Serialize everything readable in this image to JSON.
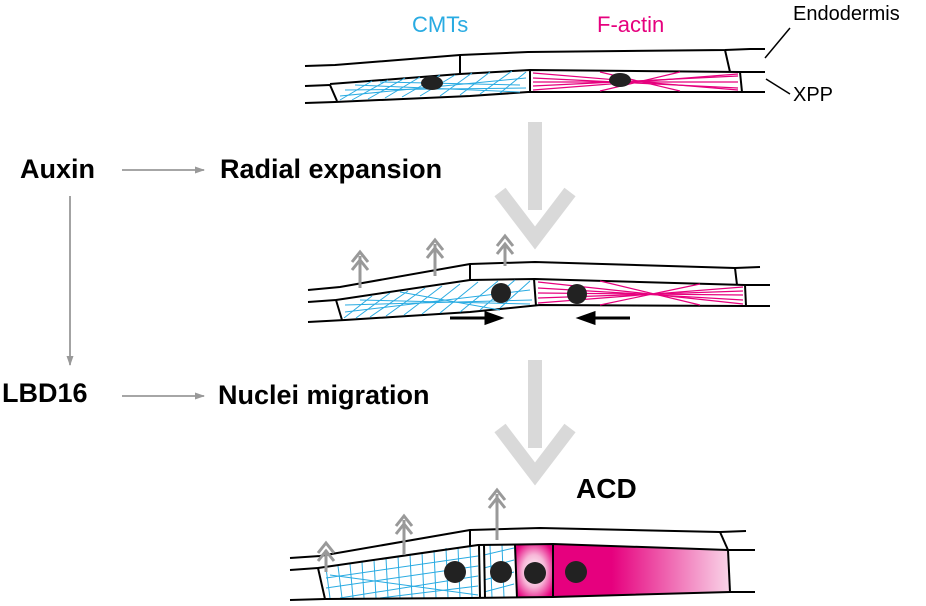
{
  "labels": {
    "cmts": "CMTs",
    "f_actin": "F-actin",
    "endodermis": "Endodermis",
    "xpp": "XPP",
    "auxin": "Auxin",
    "radial_expansion": "Radial expansion",
    "lbd16": "LBD16",
    "nuclei_migration": "Nuclei migration",
    "acd": "ACD"
  },
  "colors": {
    "cmt": "#29abe2",
    "actin": "#e6007e",
    "flow_arrow": "#d9d9d9",
    "pathway_arrow": "#999999",
    "nucleus": "#222222",
    "outline": "#000000"
  }
}
